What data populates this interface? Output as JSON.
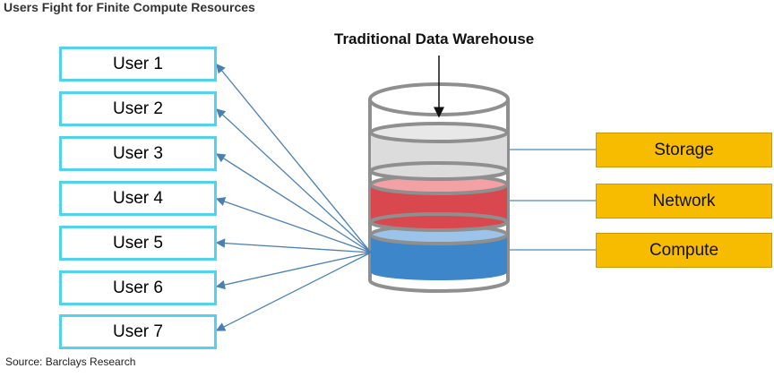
{
  "header": {
    "title": "Users Fight for Finite Compute Resources"
  },
  "warehouse": {
    "label": "Traditional Data Warehouse"
  },
  "users": [
    "User 1",
    "User 2",
    "User 3",
    "User 4",
    "User 5",
    "User 6",
    "User 7"
  ],
  "resources": [
    {
      "label": "Storage"
    },
    {
      "label": "Network"
    },
    {
      "label": "Compute"
    }
  ],
  "footer": {
    "source": "Source: Barclays Research"
  },
  "colors": {
    "user_border": "#52d2ec",
    "resource_fill": "#f7bc00",
    "storage_layer": "#dcdcdc",
    "network_layer": "#d9484e",
    "compute_layer": "#3d86c9",
    "arrow": "#4a7fb5"
  }
}
